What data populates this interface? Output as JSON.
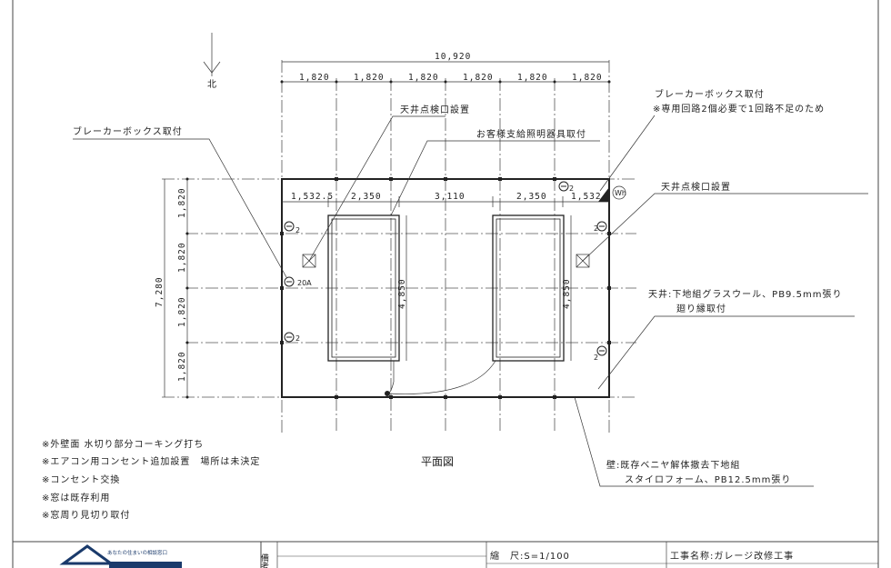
{
  "plan": {
    "north_label": "北",
    "overall_width": "10,920",
    "bay_widths": [
      "1,820",
      "1,820",
      "1,820",
      "1,820",
      "1,820",
      "1,820"
    ],
    "overall_depth": "7,280",
    "bay_depths": [
      "1,820",
      "1,820",
      "1,820",
      "1,820"
    ],
    "inner_dims": [
      "1,532.5",
      "2,350",
      "3,110",
      "2,350",
      "1,532"
    ],
    "fixture_length_left": "4,850",
    "fixture_length_right": "4,850",
    "title": "平面図"
  },
  "annotations": {
    "breaker_left": "ブレーカーボックス取付",
    "ceiling_hatch_top": "天井点検口設置",
    "lighting": "お客様支給照明器具取付",
    "breaker_right": "ブレーカーボックス取付",
    "breaker_right_note": "※専用回路2個必要で1回路不足のため",
    "ceiling_hatch_right": "天井点検口設置",
    "ceiling_spec_1": "天井:下地組グラスウール、PB9.5mm張り",
    "ceiling_spec_2": "廻り縁取付",
    "wall_spec_1": "壁:既存ベニヤ解体撤去下地組",
    "wall_spec_2": "スタイロフォーム、PB12.5mm張り"
  },
  "outlets": {
    "label_2": "2",
    "label_20a": "20A",
    "label_wh": "Wh"
  },
  "notes": [
    "※外壁面 水切り部分コーキング打ち",
    "※エアコン用コンセント追加設置　場所は未決定",
    "※コンセント交換",
    "※窓は既存利用",
    "※窓周り見切り取付"
  ],
  "title_block": {
    "remarks": "備考",
    "scale": "縮　尺:S=1/100",
    "project": "工事名称:ガレージ改修工事",
    "logo_tagline": "あなたの住まいの相談窓口"
  }
}
